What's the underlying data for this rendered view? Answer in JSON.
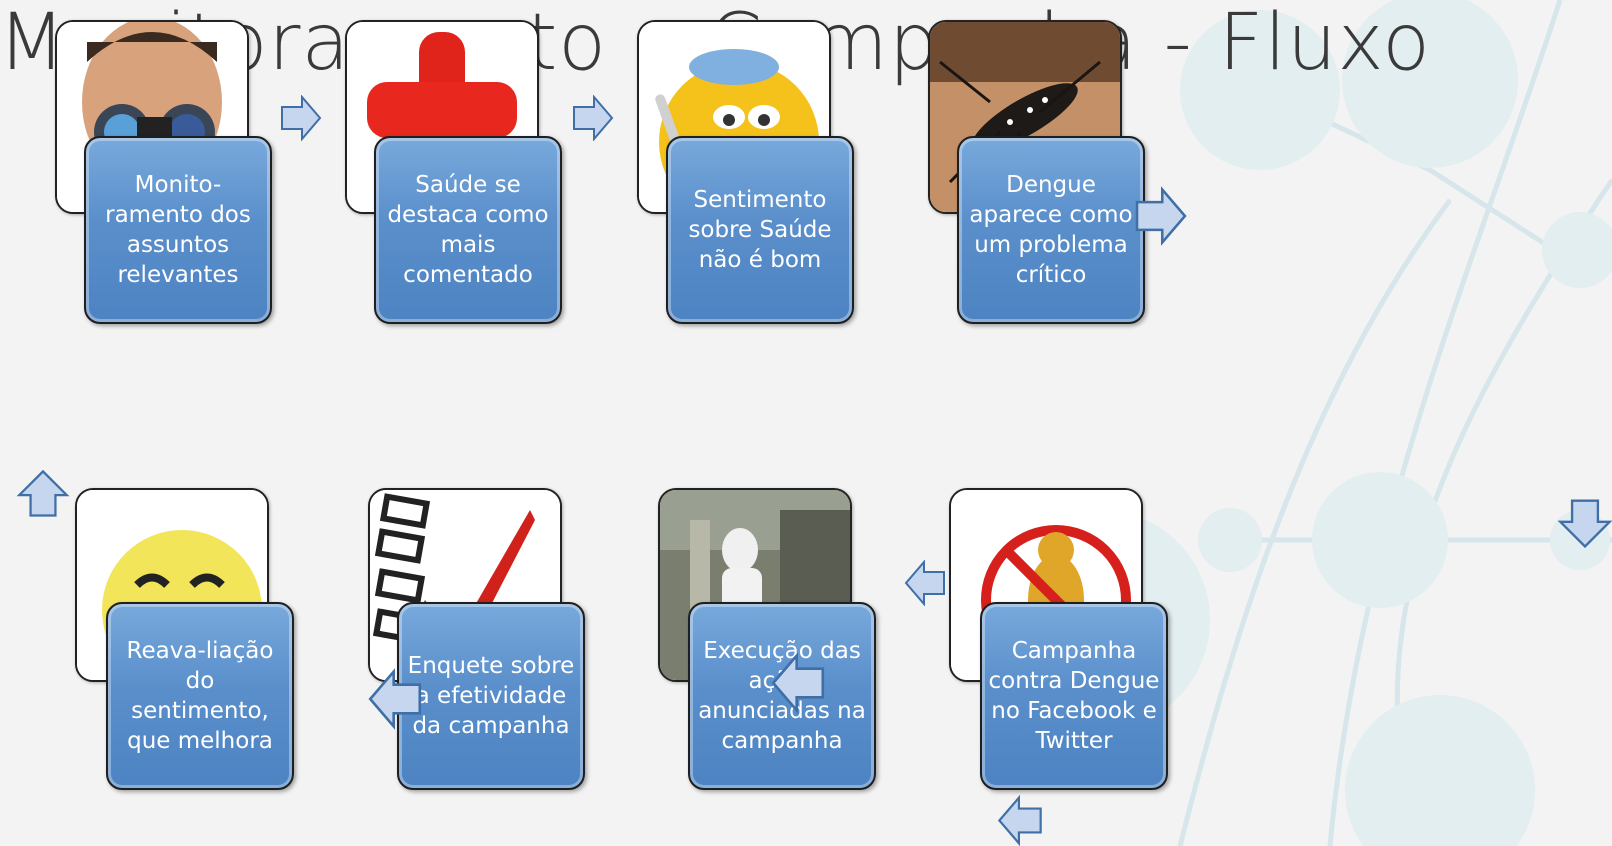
{
  "title": "Monitoramento e Campanha - Fluxo",
  "steps": [
    {
      "text": "Monito-ramento dos assuntos relevantes",
      "image": "binoculars-social-icon"
    },
    {
      "text": "Saúde se destaca como mais comentado",
      "image": "bandage-icon"
    },
    {
      "text": "Sentimento sobre Saúde não é bom",
      "image": "sick-emoji-icon"
    },
    {
      "text": "Dengue aparece como um problema crítico",
      "image": "mosquito-photo"
    },
    {
      "text": "Campanha contra Dengue no Facebook e Twitter",
      "image": "no-mosquito-icon"
    },
    {
      "text": "Execução das ações anunciadas na campanha",
      "image": "fumigation-photo"
    },
    {
      "text": "Enquete sobre a efetividade da campanha",
      "image": "checklist-icon"
    },
    {
      "text": "Reava-liação do sentimento, que melhora",
      "image": "smile-emoji-icon"
    }
  ],
  "colors": {
    "card": "#5b8fcb",
    "arrow": "#c5d6ee",
    "background": "#f3f3f3"
  }
}
